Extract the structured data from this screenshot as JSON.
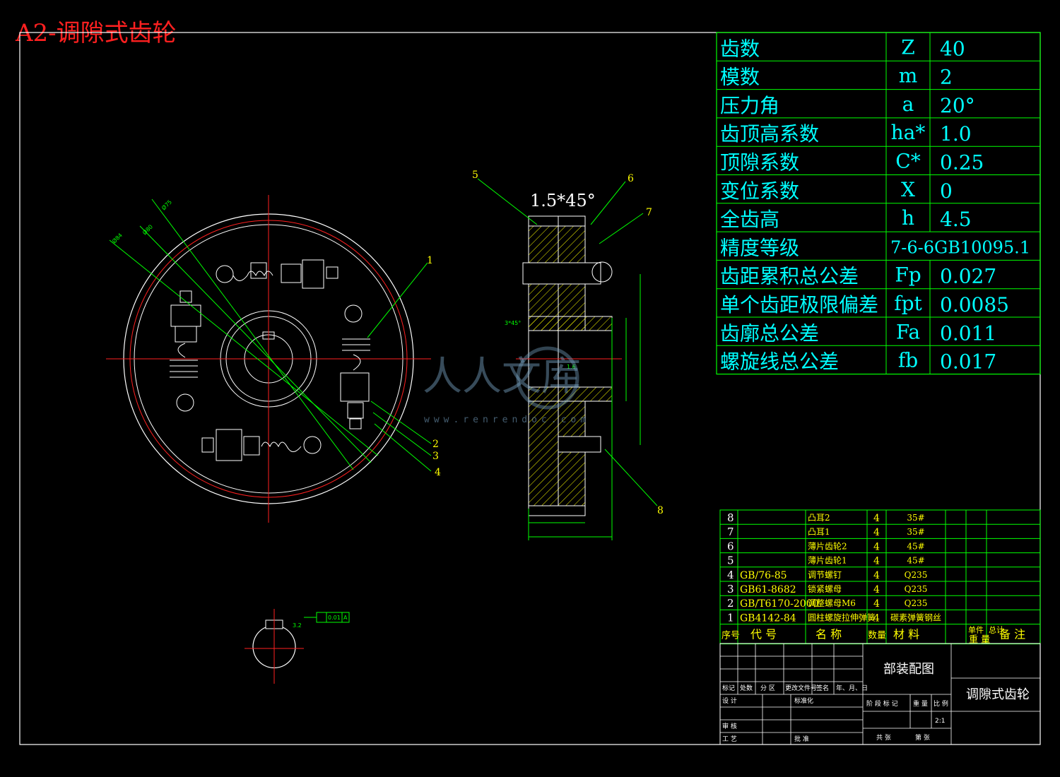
{
  "title": "A2-调隙式齿轮",
  "params": [
    {
      "name": "齿数",
      "symbol": "Z",
      "value": "40"
    },
    {
      "name": "模数",
      "symbol": "m",
      "value": "2"
    },
    {
      "name": "压力角",
      "symbol": "a",
      "value": "20°"
    },
    {
      "name": "齿顶高系数",
      "symbol": "ha*",
      "value": "1.0"
    },
    {
      "name": "顶隙系数",
      "symbol": "C*",
      "value": "0.25"
    },
    {
      "name": "变位系数",
      "symbol": "X",
      "value": "0"
    },
    {
      "name": "全齿高",
      "symbol": "h",
      "value": "4.5"
    },
    {
      "name": "精度等级",
      "symbol": "",
      "value": "7-6-6GB10095.1"
    },
    {
      "name": "齿距累积总公差",
      "symbol": "Fp",
      "value": "0.027"
    },
    {
      "name": "单个齿距极限偏差",
      "symbol": "fpt",
      "value": "0.0085"
    },
    {
      "name": "齿廓总公差",
      "symbol": "Fa",
      "value": "0.011"
    },
    {
      "name": "螺旋线总公差",
      "symbol": "fb",
      "value": "0.017"
    }
  ],
  "bom": {
    "rows": [
      {
        "no": "8",
        "code": "",
        "name": "凸耳2",
        "qty": "4",
        "material": "35#"
      },
      {
        "no": "7",
        "code": "",
        "name": "凸耳1",
        "qty": "4",
        "material": "35#"
      },
      {
        "no": "6",
        "code": "",
        "name": "薄片齿轮2",
        "qty": "4",
        "material": "45#"
      },
      {
        "no": "5",
        "code": "",
        "name": "薄片齿轮1",
        "qty": "4",
        "material": "45#"
      },
      {
        "no": "4",
        "code": "GB/76-85",
        "name": "调节螺钉",
        "qty": "4",
        "material": "Q235"
      },
      {
        "no": "3",
        "code": "GB61-8682",
        "name": "锁紧螺母",
        "qty": "4",
        "material": "Q235"
      },
      {
        "no": "2",
        "code": "GB/T6170-2000",
        "name": "调整螺母M6",
        "qty": "4",
        "material": "Q235"
      },
      {
        "no": "1",
        "code": "GB4142-84",
        "name": "圆柱螺旋拉伸弹簧",
        "qty": "4",
        "material": "碳素弹簧钢丝"
      }
    ],
    "headers": {
      "no": "序号",
      "code": "代 号",
      "name": "名 称",
      "qty": "数量",
      "material": "材 料",
      "unit_weight": "单件",
      "total_weight": "总计",
      "weight": "重 量",
      "remarks": "备 注"
    }
  },
  "title_block": {
    "drawing_type": "部装配图",
    "part_name": "调隙式齿轮",
    "scale": "2:1",
    "labels": {
      "mark": "标记",
      "count": "处数",
      "zone": "分 区",
      "change_doc": "更改文件号",
      "sign": "签名",
      "date": "年、月、日",
      "design": "设 计",
      "standardize": "标准化",
      "review": "审 核",
      "process": "工 艺",
      "approve": "批 准",
      "stage_mark": "阶 段 标 记",
      "weight": "重 量",
      "ratio": "比 例",
      "total_sheets": "共 张",
      "sheet_no": "第 张"
    }
  },
  "drawing": {
    "chamfer_label": "1.5*45°",
    "callouts": [
      "1",
      "2",
      "3",
      "4",
      "5",
      "6",
      "7",
      "8"
    ],
    "dims": {
      "d84": "Ø84",
      "d80": "Ø80",
      "d75": "Ø75",
      "chamfer3": "3*45°",
      "tol": "0.01",
      "datum": "A",
      "rough": "3.2",
      "rough16": "1.6"
    }
  },
  "watermark": {
    "main": "人人文库",
    "sub": "www.renrendoc.com"
  },
  "colors": {
    "background": "#000000",
    "outline": "#ffffff",
    "table": "#00ff00",
    "text": "#00ffff",
    "title": "#ff2020",
    "center": "#ff0000",
    "bom_text": "#ffff00"
  }
}
